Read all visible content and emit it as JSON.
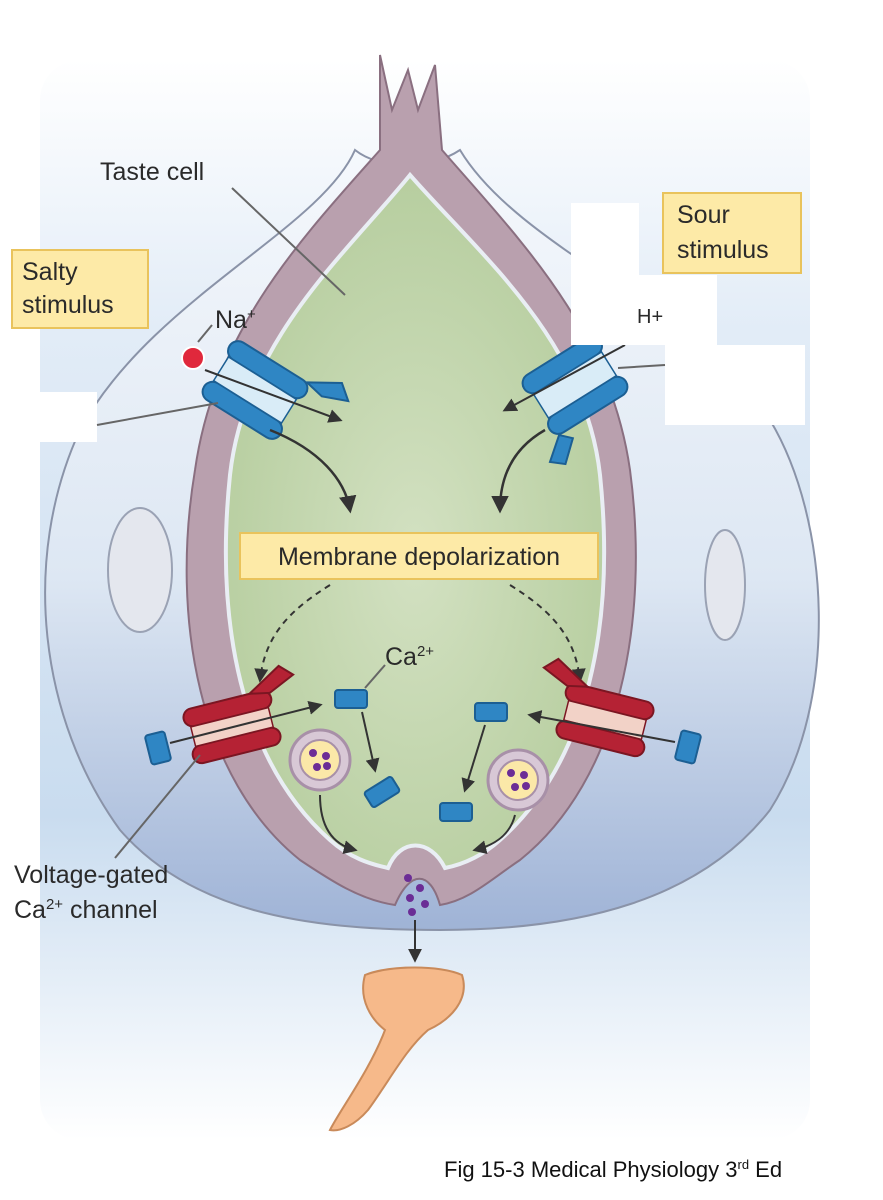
{
  "labels": {
    "taste_cell": "Taste cell",
    "salty_line1": "Salty",
    "salty_line2": "stimulus",
    "sour_line1": "Sour",
    "sour_line2": "stimulus",
    "na": "Na",
    "na_sup": "+",
    "h_plus": "H+",
    "membrane_depolarization": "Membrane depolarization",
    "ca": "Ca",
    "ca_sup": "2+",
    "vgcc_line1": "Voltage-gated",
    "vgcc_line2_a": "Ca",
    "vgcc_line2_sup": "2+",
    "vgcc_line2_b": " channel",
    "caption_main": "Fig 15-3 Medical Physiology 3",
    "caption_sup": "rd",
    "caption_end": " Ed"
  },
  "colors": {
    "membrane": "#b9a0ae",
    "cytoplasm": "#c4d7b0",
    "label_box_fill": "#fdeaa7",
    "label_box_stroke": "#e9c35c",
    "ion_channel": "#2f86c4",
    "ca_channel": "#b52234",
    "sodium_ion": "#e0283c",
    "vesicle_dot": "#6b2d96",
    "nerve_terminal": "#f6b98a"
  }
}
